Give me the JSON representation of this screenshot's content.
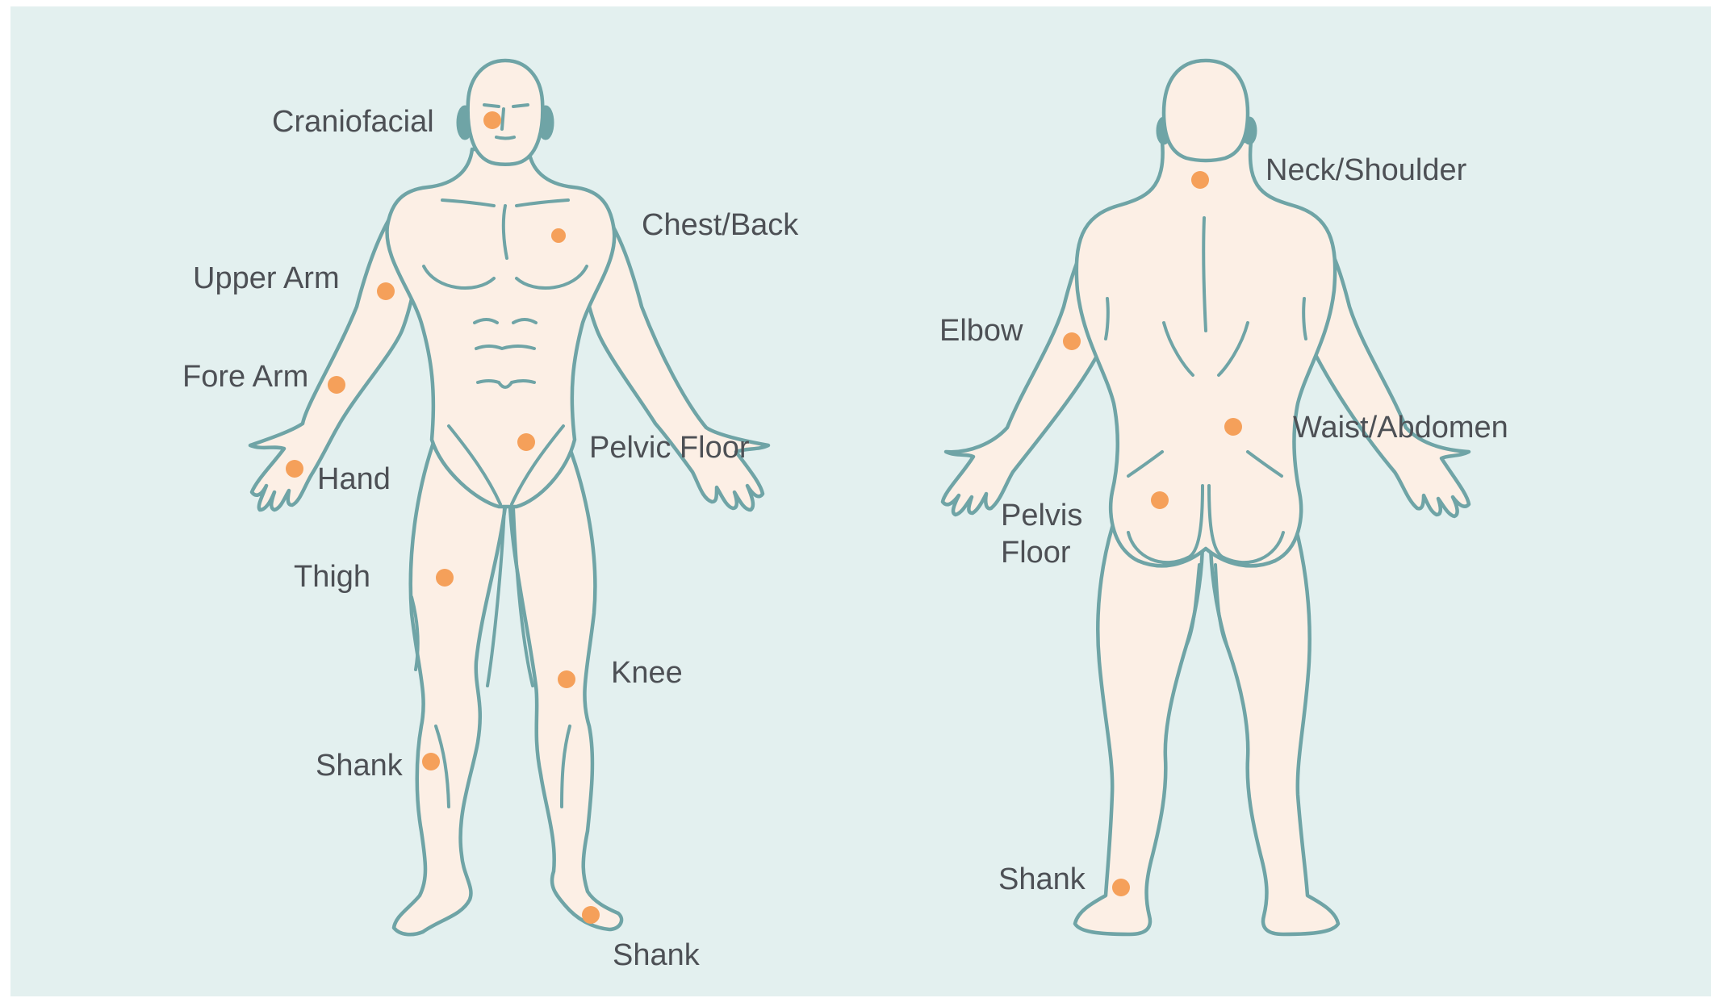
{
  "colors": {
    "background": "#e3f0ef",
    "skin": "#fcefe5",
    "outline": "#6fa4a6",
    "marker": "#f5a05a",
    "label_text": "#4d5055"
  },
  "front_view": {
    "labels": {
      "craniofacial": "Craniofacial",
      "chest_back": "Chest/Back",
      "upper_arm": "Upper Arm",
      "fore_arm": "Fore Arm",
      "hand": "Hand",
      "pelvic_floor": "Pelvic Floor",
      "thigh": "Thigh",
      "knee": "Knee",
      "shank_lower_leg": "Shank",
      "shank_foot": "Shank"
    }
  },
  "back_view": {
    "labels": {
      "neck_shoulder": "Neck/Shoulder",
      "elbow": "Elbow",
      "waist_abdomen": "Waist/Abdomen",
      "pelvis": "Pelvis",
      "floor": "Floor",
      "shank": "Shank"
    }
  }
}
